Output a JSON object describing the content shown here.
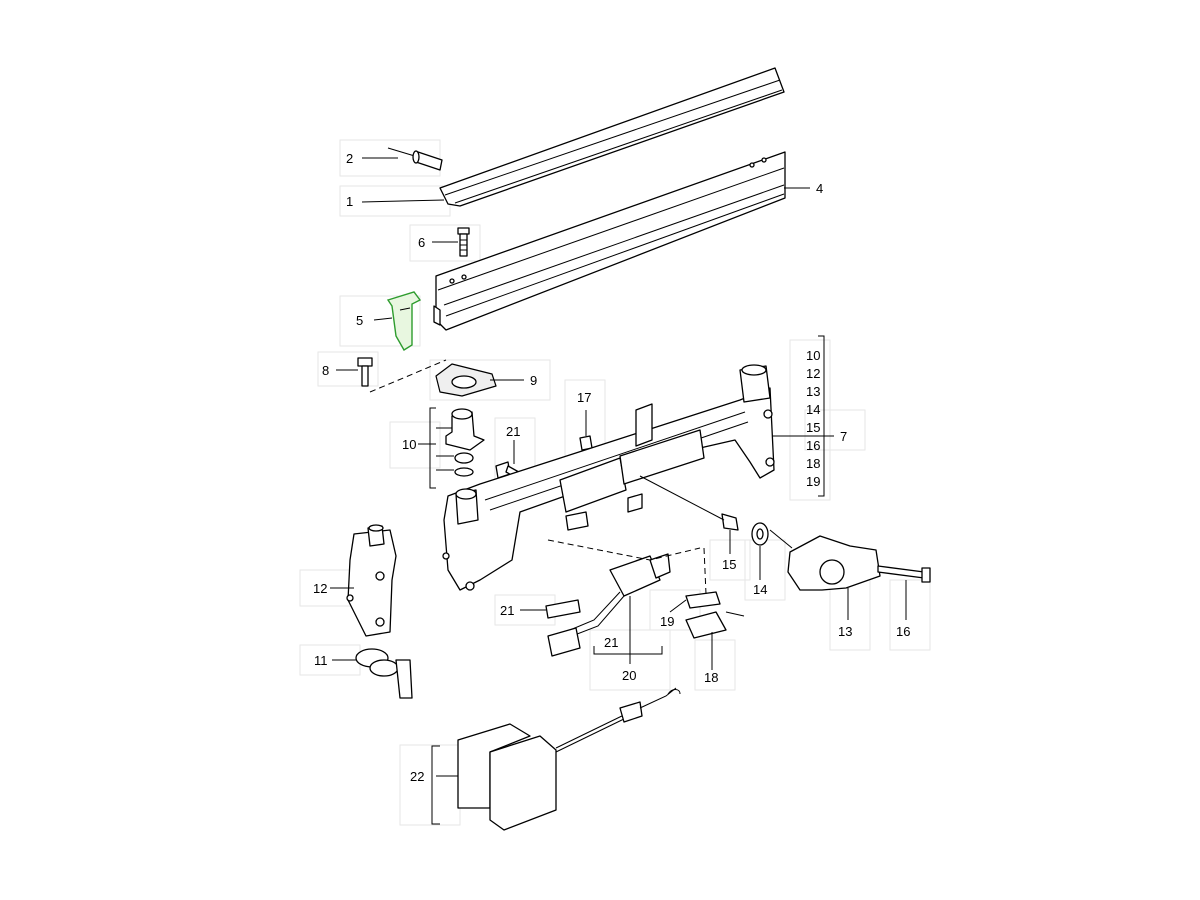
{
  "diagram": {
    "callouts": [
      {
        "id": "c1",
        "text": "1"
      },
      {
        "id": "c2",
        "text": "2"
      },
      {
        "id": "c4",
        "text": "4"
      },
      {
        "id": "c6",
        "text": "6"
      },
      {
        "id": "c5",
        "text": "5"
      },
      {
        "id": "c8",
        "text": "8"
      },
      {
        "id": "c9",
        "text": "9"
      },
      {
        "id": "c17",
        "text": "17"
      },
      {
        "id": "c21a",
        "text": "21"
      },
      {
        "id": "c10a",
        "text": "10"
      },
      {
        "id": "c7",
        "text": "7"
      },
      {
        "id": "c12a",
        "text": "12"
      },
      {
        "id": "c15",
        "text": "15"
      },
      {
        "id": "c14",
        "text": "14"
      },
      {
        "id": "c13",
        "text": "13"
      },
      {
        "id": "c16",
        "text": "16"
      },
      {
        "id": "c21b",
        "text": "21"
      },
      {
        "id": "c19",
        "text": "19"
      },
      {
        "id": "c21c",
        "text": "21"
      },
      {
        "id": "c20",
        "text": "20"
      },
      {
        "id": "c18",
        "text": "18"
      },
      {
        "id": "c11",
        "text": "11"
      },
      {
        "id": "c22",
        "text": "22"
      }
    ],
    "bracket_list": [
      "10",
      "12",
      "13",
      "14",
      "15",
      "16",
      "18",
      "19"
    ],
    "colors": {
      "line": "#000000",
      "highlight": "#2e9c2e",
      "background": "#ffffff"
    }
  }
}
